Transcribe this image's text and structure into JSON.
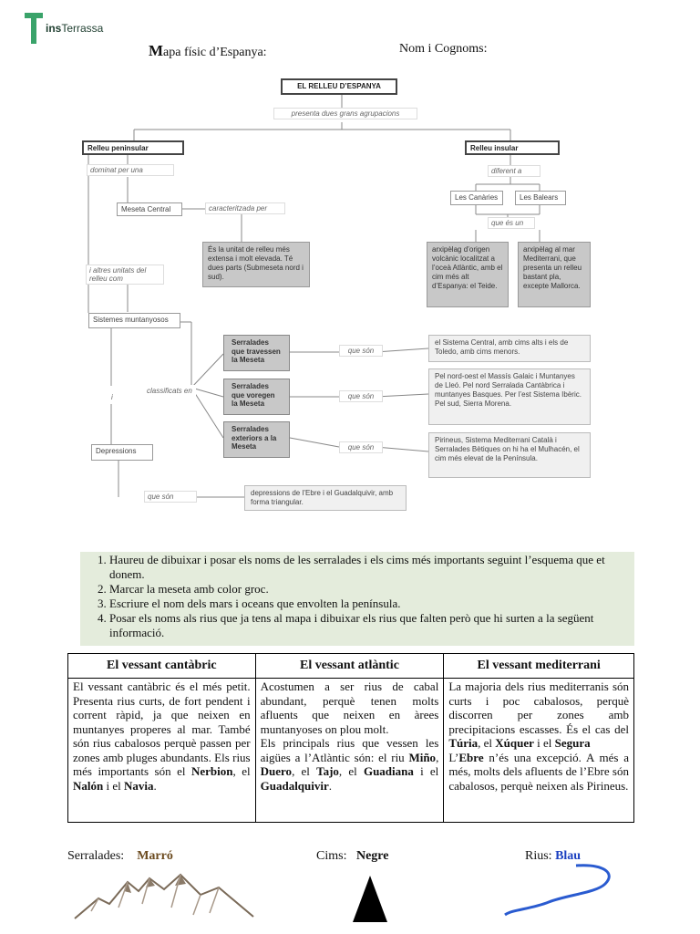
{
  "header": {
    "logo": "ins Terrassa",
    "logo_prefix": "ins",
    "logo_name": "Terrassa",
    "title_first": "M",
    "title_rest": "apa físic d’Espanya:",
    "name_label": "Nom i Cognoms:"
  },
  "diagram": {
    "root": "EL RELLEU D’ESPANYA",
    "root_desc": "presenta dues grans agrupacions",
    "peninsular": "Relleu peninsular",
    "insular": "Relleu insular",
    "dominat": "dominat per una",
    "diferent": "diferent a",
    "meseta": "Meseta Central",
    "caracteritzada": "caracteritzada per",
    "meseta_desc": "És la unitat de relleu més extensa i molt elevada. Té dues parts (Submeseta nord i sud).",
    "canaries": "Les Canàries",
    "balears": "Les Balears",
    "que_es_un": "que és un",
    "canaries_desc": "arxipèlag d’origen volcànic localitzat a l’oceà Atlàntic, amb el cim més alt d’Espanya: el Teide.",
    "balears_desc": "arxipèlag al mar Mediterrani, que presenta un relleu bastant pla, excepte Mallorca.",
    "altres": "i altres unitats del relleu com",
    "sistemes": "Sistemes muntanyosos",
    "classificats": "classificats en",
    "i_label": "i",
    "depressions": "Depressions",
    "que_son": "que són",
    "groups": [
      {
        "name": "Serralades que travessen la Meseta",
        "desc": "el Sistema Central, amb cims alts i els de Toledo, amb cims menors."
      },
      {
        "name": "Serralades que voregen la Meseta",
        "desc": "Pel nord-oest el Massís Galaic i Muntanyes de Lleó. Pel nord Serralada Cantàbrica i muntanyes Basques. Per l’est Sistema Ibèric. Pel sud, Sierra Morena."
      },
      {
        "name": "Serralades exteriors a la Meseta",
        "desc": "Pirineus, Sistema Mediterrani Català i Serralades Bètiques on hi ha el Mulhacén, el cim més elevat de la Península."
      }
    ],
    "depressions_desc": "depressions de l’Ebre i el Guadalquivir, amb forma triangular."
  },
  "instructions": [
    "Haureu de dibuixar  i posar els noms de les serralades i els cims més importants seguint l’esquema que et donem.",
    "Marcar la meseta amb color groc.",
    "Escriure el nom dels mars i oceans que envolten la península.",
    "Posar els noms als rius que ja tens al mapa i dibuixar els rius que falten però que hi surten a la següent informació."
  ],
  "table": {
    "headers": [
      "El vessant cantàbric",
      "El vessant atlàntic",
      "El vessant mediterrani"
    ],
    "cantabric": {
      "t1": "El vessant cantàbric és el més petit. Presenta rius curts, de fort pendent i corrent ràpid, ja que neixen en muntanyes properes al mar. També són rius cabalosos perquè passen per zones amb pluges abundants. Els rius més importants són el ",
      "r1": "Nerbion",
      "t2": ", el ",
      "r2": "Nalón",
      "t3": " i el ",
      "r3": "Navia",
      "t4": "."
    },
    "atlantic": {
      "p1": "Acostumen a ser rius de cabal abundant, perquè tenen molts afluents que neixen en àrees muntanyoses on plou molt.",
      "t1": "Els principals rius que vessen les aigües a l’Atlàntic són: el riu ",
      "r1": "Miño",
      "t2": ", ",
      "r2": "Duero",
      "t3": ", el ",
      "r3": "Tajo",
      "t4": ", el ",
      "r4": "Guadiana",
      "t5": " i el ",
      "r5": "Guadalquivir",
      "t6": "."
    },
    "mediterrani": {
      "t1": "La majoria dels rius mediterranis són curts i poc cabalosos, perquè discorren per zones amb precipitacions escasses. És el cas del ",
      "r1": "Túria",
      "t2": ", el ",
      "r2": "Xúquer",
      "t3": " i el ",
      "r3": "Segura",
      "t4": "L’",
      "r4": "Ebre",
      "t5": " n’és una excepció. A més a més, molts dels afluents de l’Ebre són cabalosos, perquè neixen als Pirineus."
    }
  },
  "legend": {
    "serralades_label": "Serralades:",
    "serralades_value": "Marró",
    "cims_label": "Cims:",
    "cims_value": "Negre",
    "rius_label": "Rius:",
    "rius_value": "Blau",
    "colors": {
      "marro": "#6b4a1e",
      "blau": "#1a3fc0",
      "logo_green": "#2e9e5e"
    }
  }
}
